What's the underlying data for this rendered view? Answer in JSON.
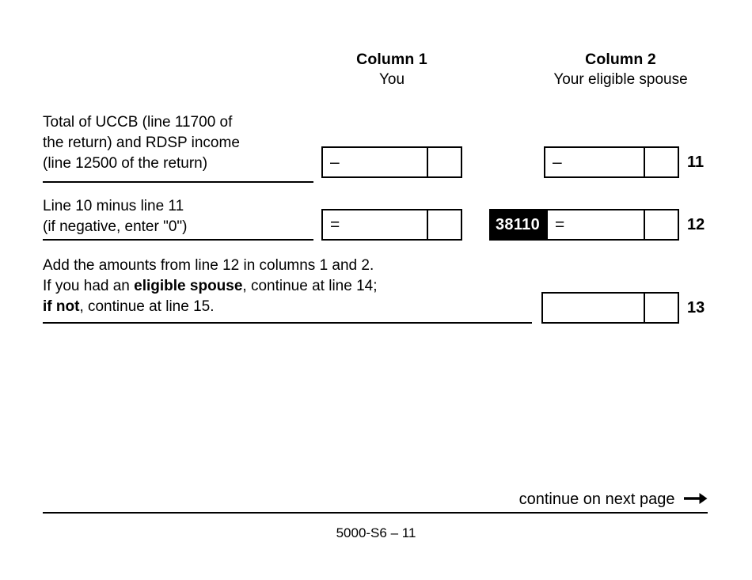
{
  "document": {
    "form_id": "5000-S6 – 11",
    "continue_note": "continue on next page",
    "continue_arrow_icon": "arrow-right-icon"
  },
  "columns": [
    {
      "title": "Column 1",
      "subtitle": "You"
    },
    {
      "title": "Column 2",
      "subtitle": "Your eligible spouse"
    }
  ],
  "rows": [
    {
      "line_number": "11",
      "label_lines": [
        "Total of UCCB (line 11700 of",
        "the return) and RDSP income",
        "(line 12500 of the return)"
      ],
      "col1_operator": "–",
      "col2_operator": "–",
      "field_code": ""
    },
    {
      "line_number": "12",
      "label_lines": [
        "Line 10 minus line 11",
        "(if negative, enter \"0\")"
      ],
      "col1_operator": "=",
      "col2_operator": "=",
      "field_code": "38110"
    },
    {
      "line_number": "13",
      "label_lines": [
        "Add the amounts from line 12 in columns 1 and 2.",
        "If you had an eligible spouse, continue at line 14;",
        "if not, continue at line 15."
      ],
      "label_bold_segments": [
        "eligible spouse",
        "if not"
      ],
      "col1_operator": "",
      "col2_operator": "",
      "field_code": ""
    }
  ]
}
